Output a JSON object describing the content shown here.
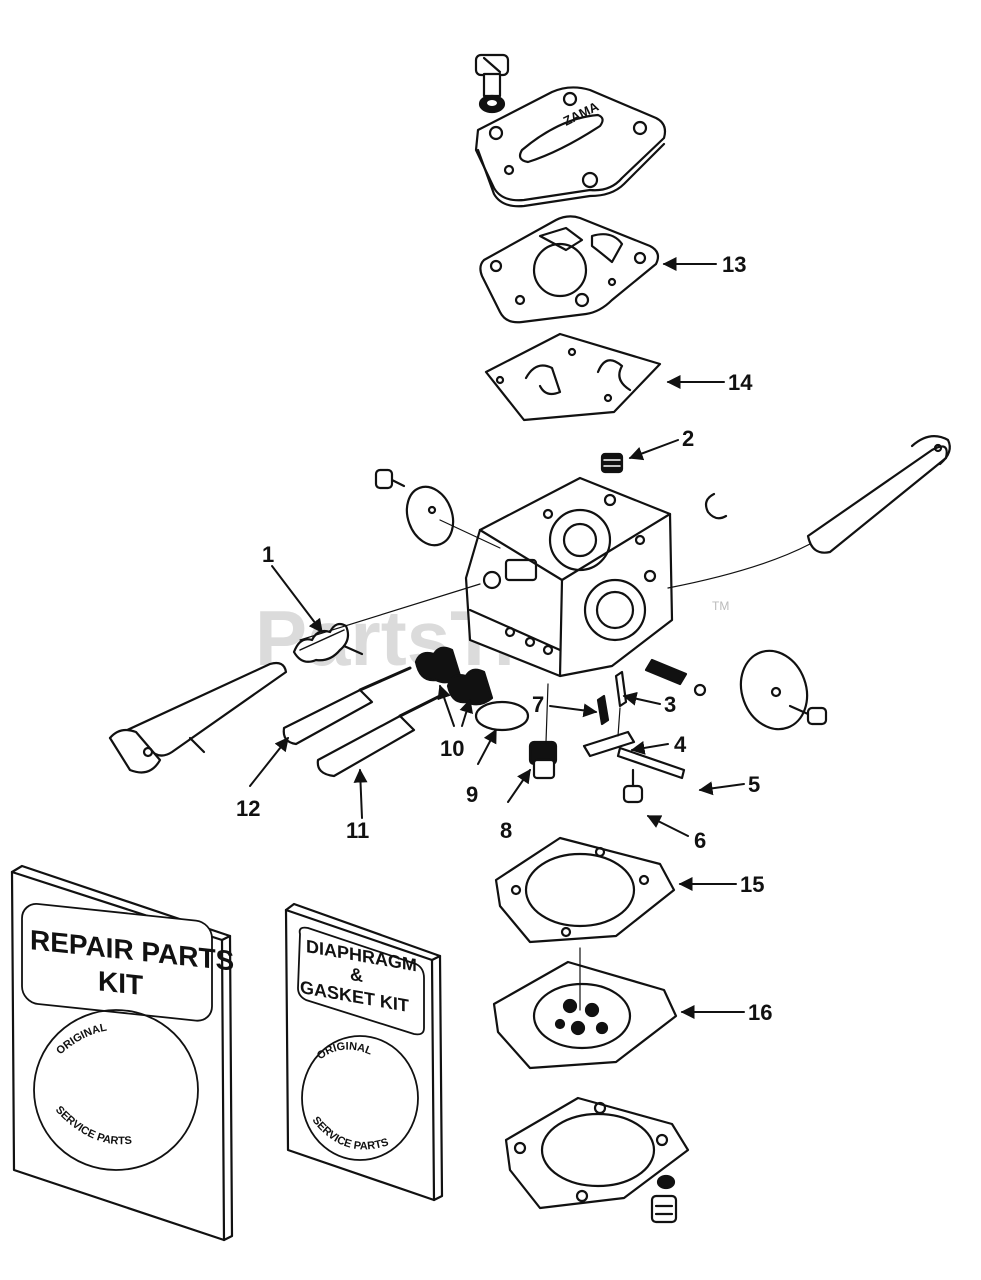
{
  "watermark": {
    "text": "PartsTree",
    "tm": "TM"
  },
  "top_cover": {
    "brand": "ZAMA"
  },
  "callouts": [
    "1",
    "2",
    "3",
    "4",
    "5",
    "6",
    "7",
    "8",
    "9",
    "10",
    "11",
    "12",
    "13",
    "14",
    "15",
    "16"
  ],
  "kits": {
    "repair": {
      "line1": "REPAIR PARTS",
      "line2": "KIT",
      "arc_top": "ORIGINAL",
      "arc_bottom": "SERVICE PARTS"
    },
    "diaphragm": {
      "line1": "DIAPHRAGM",
      "line2": "&",
      "line3": "GASKET  KIT",
      "arc_top": "ORIGINAL",
      "arc_bottom": "SERVICE PARTS"
    }
  },
  "colors": {
    "ink": "#111111",
    "watermark": "#cfcfcf"
  }
}
